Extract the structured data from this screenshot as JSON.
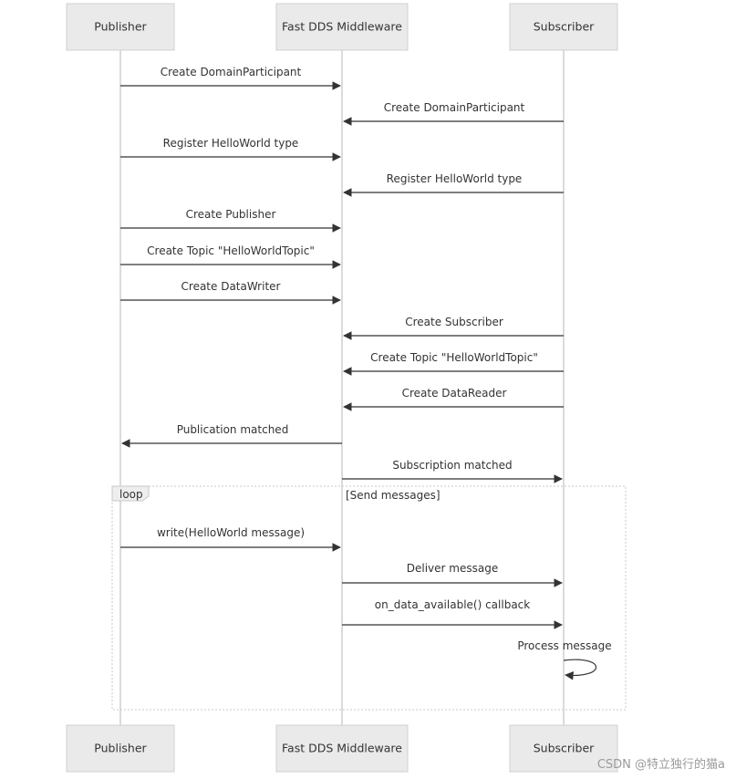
{
  "participants": [
    {
      "id": "pub",
      "label": "Publisher"
    },
    {
      "id": "mw",
      "label": "Fast DDS Middleware"
    },
    {
      "id": "sub",
      "label": "Subscriber"
    }
  ],
  "messages": [
    {
      "from": "pub",
      "to": "mw",
      "label": "Create DomainParticipant"
    },
    {
      "from": "sub",
      "to": "mw",
      "label": "Create DomainParticipant"
    },
    {
      "from": "pub",
      "to": "mw",
      "label": "Register HelloWorld type"
    },
    {
      "from": "sub",
      "to": "mw",
      "label": "Register HelloWorld type"
    },
    {
      "from": "pub",
      "to": "mw",
      "label": "Create Publisher"
    },
    {
      "from": "pub",
      "to": "mw",
      "label": "Create Topic \"HelloWorldTopic\""
    },
    {
      "from": "pub",
      "to": "mw",
      "label": "Create DataWriter"
    },
    {
      "from": "sub",
      "to": "mw",
      "label": "Create Subscriber"
    },
    {
      "from": "sub",
      "to": "mw",
      "label": "Create Topic \"HelloWorldTopic\""
    },
    {
      "from": "sub",
      "to": "mw",
      "label": "Create DataReader"
    },
    {
      "from": "mw",
      "to": "pub",
      "label": "Publication matched"
    },
    {
      "from": "mw",
      "to": "sub",
      "label": "Subscription matched"
    },
    {
      "from": "pub",
      "to": "mw",
      "label": "write(HelloWorld message)"
    },
    {
      "from": "mw",
      "to": "sub",
      "label": "Deliver message"
    },
    {
      "from": "mw",
      "to": "sub",
      "label": "on_data_available() callback"
    },
    {
      "from": "sub",
      "to": "sub",
      "label": "Process message"
    }
  ],
  "loop": {
    "tag": "loop",
    "condition": "[Send messages]"
  },
  "watermark": "CSDN @特立独行的猫a"
}
